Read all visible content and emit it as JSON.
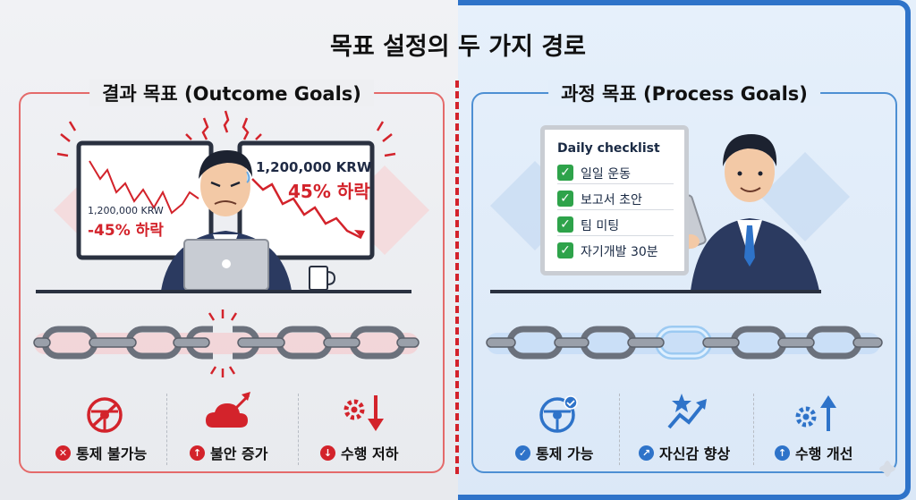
{
  "title": "목표 설정의 두 가지 경로",
  "left_panel": {
    "title": "결과 목표 (Outcome Goals)",
    "chart_left": {
      "value": "1,200,000 KRW",
      "change": "-45% 하락"
    },
    "chart_right": {
      "value": "1,200,000 KRW",
      "change": "45% 하락"
    },
    "items": [
      {
        "label": "통제 불가능",
        "bullet": "✕"
      },
      {
        "label": "불안 증가",
        "bullet": "↑"
      },
      {
        "label": "수행 저하",
        "bullet": "↓"
      }
    ]
  },
  "right_panel": {
    "title": "과정 목표 (Process Goals)",
    "checklist": {
      "title": "Daily checklist",
      "items": [
        "일일 운동",
        "보고서 초안",
        "팀 미팅",
        "자기개발 30분"
      ]
    },
    "items": [
      {
        "label": "통제 가능",
        "bullet": "✓"
      },
      {
        "label": "자신감 향상",
        "bullet": "↗"
      },
      {
        "label": "수행 개선",
        "bullet": "↑"
      }
    ]
  },
  "colors": {
    "red": "#d3232b",
    "blue": "#2e73c9",
    "green": "#2ea34a"
  }
}
